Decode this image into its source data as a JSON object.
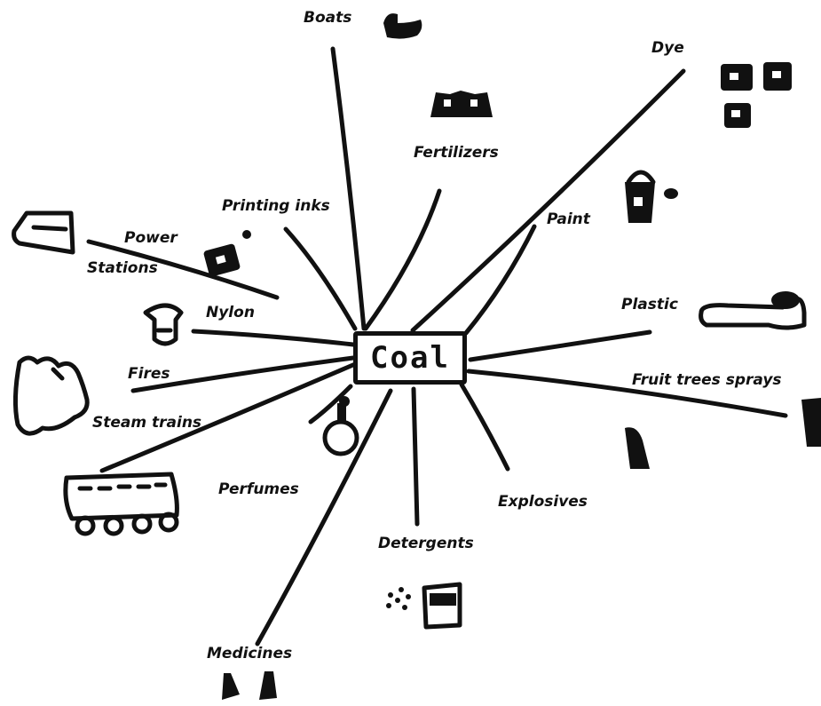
{
  "center": {
    "label": "Coal"
  },
  "uses": [
    {
      "id": "boats",
      "label": "Boats"
    },
    {
      "id": "dye",
      "label": "Dye"
    },
    {
      "id": "fertilizers",
      "label": "Fertilizers"
    },
    {
      "id": "printing-inks",
      "label": "Printing inks"
    },
    {
      "id": "paint",
      "label": "Paint"
    },
    {
      "id": "power",
      "label": "Power"
    },
    {
      "id": "stations",
      "label": "Stations"
    },
    {
      "id": "nylon",
      "label": "Nylon"
    },
    {
      "id": "plastic",
      "label": "Plastic"
    },
    {
      "id": "fires",
      "label": "Fires"
    },
    {
      "id": "fruit-trees-sprays",
      "label": "Fruit trees sprays"
    },
    {
      "id": "steam-trains",
      "label": "Steam trains"
    },
    {
      "id": "perfumes",
      "label": "Perfumes"
    },
    {
      "id": "explosives",
      "label": "Explosives"
    },
    {
      "id": "detergents",
      "label": "Detergents"
    },
    {
      "id": "medicines",
      "label": "Medicines"
    }
  ]
}
